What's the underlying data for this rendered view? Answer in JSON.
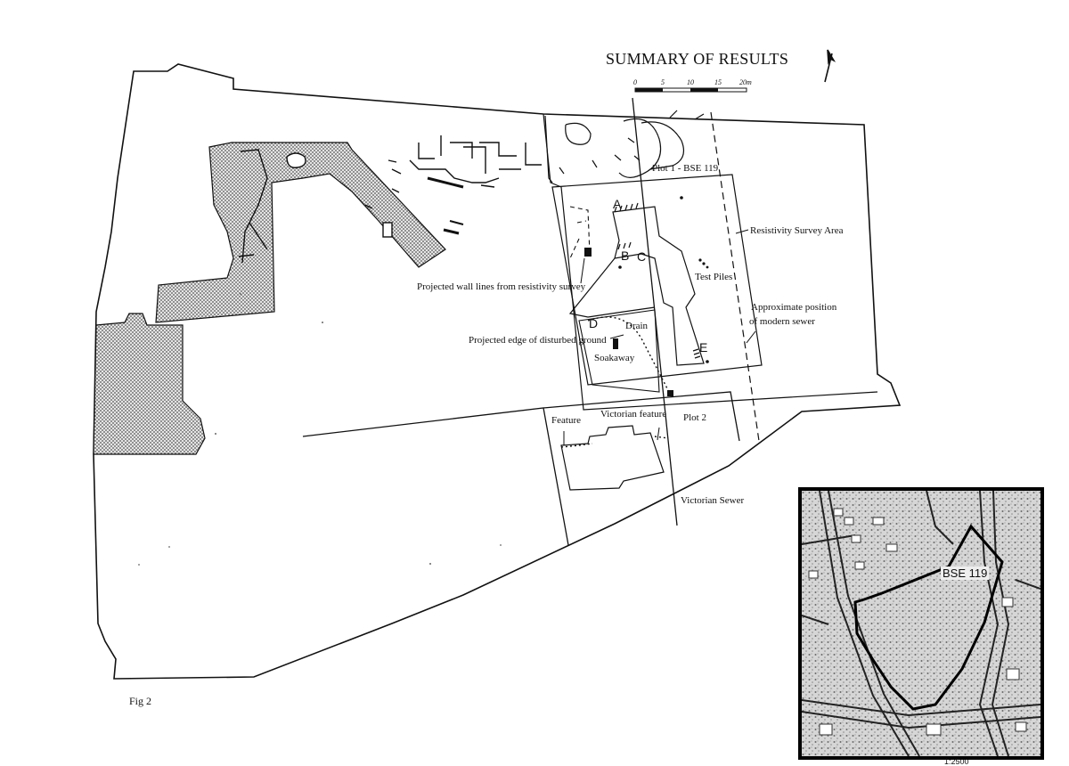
{
  "title": "SUMMARY OF RESULTS",
  "scale_bar": {
    "ticks": [
      "0",
      "5",
      "10",
      "15",
      "20m"
    ]
  },
  "labels": {
    "plot1": "Plot 1 - BSE 119",
    "resistivity_area": "Resistivity Survey Area",
    "test_piles": "Test Piles",
    "projected_wall": "Projected wall lines from resistivity survey",
    "approx_sewer_1": "Approximate position",
    "approx_sewer_2": "of modern sewer",
    "projected_edge": "Projected edge of disturbed ground",
    "drain": "Drain",
    "soakaway": "Soakaway",
    "feature": "Feature",
    "victorian_feature": "Victorian feature",
    "plot2": "Plot 2",
    "victorian_sewer": "Victorian Sewer"
  },
  "letters": {
    "a": "A",
    "b": "B",
    "c": "C",
    "d": "D",
    "e": "E"
  },
  "figure_label": "Fig 2",
  "inset": {
    "site_label": "BSE 119",
    "scale_text": "1:2500"
  },
  "colors": {
    "ink": "#111111",
    "stipple": "#9a9a9a",
    "inset_bg": "#d8d8d8"
  }
}
